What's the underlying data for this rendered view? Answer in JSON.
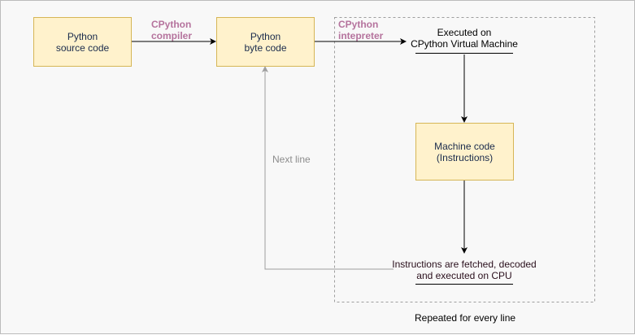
{
  "nodes": {
    "source": {
      "line1": "Python",
      "line2": "source code"
    },
    "bytecode": {
      "line1": "Python",
      "line2": "byte code"
    },
    "machine": {
      "line1": "Machine code",
      "line2": "(Instructions)"
    }
  },
  "labels": {
    "compiler": {
      "line1": "CPython",
      "line2": "compiler"
    },
    "interpreter": {
      "line1": "CPython",
      "line2": "intepreter"
    },
    "executed": {
      "line1": "Executed on",
      "line2": "CPython Virtual Machine"
    },
    "instructions": {
      "line1": "Instructions are fetched, decoded",
      "line2": "and executed on CPU"
    },
    "next_line": "Next line",
    "repeated": "Repeated for every line"
  },
  "colors": {
    "node_fill": "#fff2cc",
    "node_border": "#d6b656",
    "accent_label": "#b5739d",
    "loop_line": "#9e9e9e"
  }
}
